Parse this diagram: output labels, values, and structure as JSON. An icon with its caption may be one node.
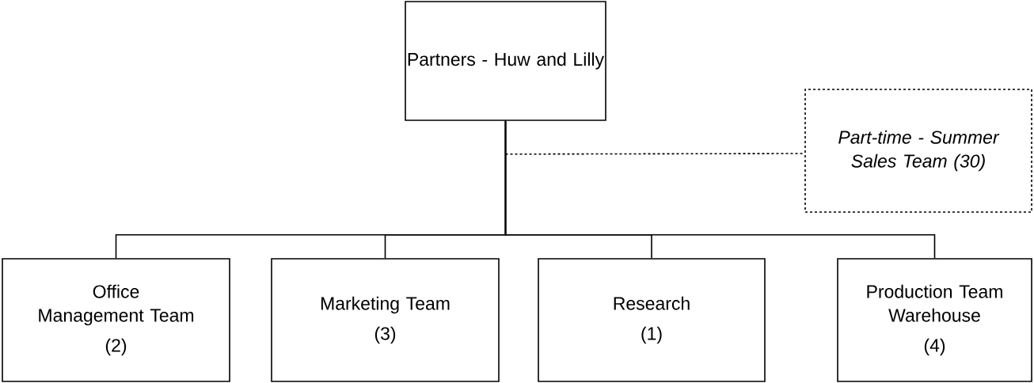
{
  "diagram": {
    "nodes": [
      {
        "text": [
          "Partners - Huw and Lilly"
        ]
      },
      {
        "text": [
          "Office Management Team",
          "(2)"
        ]
      },
      {
        "text": [
          "Marketing Team",
          "(3)"
        ]
      },
      {
        "text": [
          "Research",
          "(1)"
        ]
      },
      {
        "text": [
          "Production Team Warehouse",
          "(4)"
        ]
      },
      {
        "text": [
          "Part-time - Summer Sales Team (30)"
        ]
      }
    ],
    "edges": [
      {
        "from": 0,
        "to": 1,
        "arrow": "none"
      },
      {
        "from": 0,
        "to": 2,
        "arrow": "none"
      },
      {
        "from": 0,
        "to": 3,
        "arrow": "none"
      },
      {
        "from": 0,
        "to": 4,
        "arrow": "none"
      },
      {
        "from": 0,
        "to": 5,
        "arrow": "none",
        "style": "dashed"
      }
    ]
  }
}
